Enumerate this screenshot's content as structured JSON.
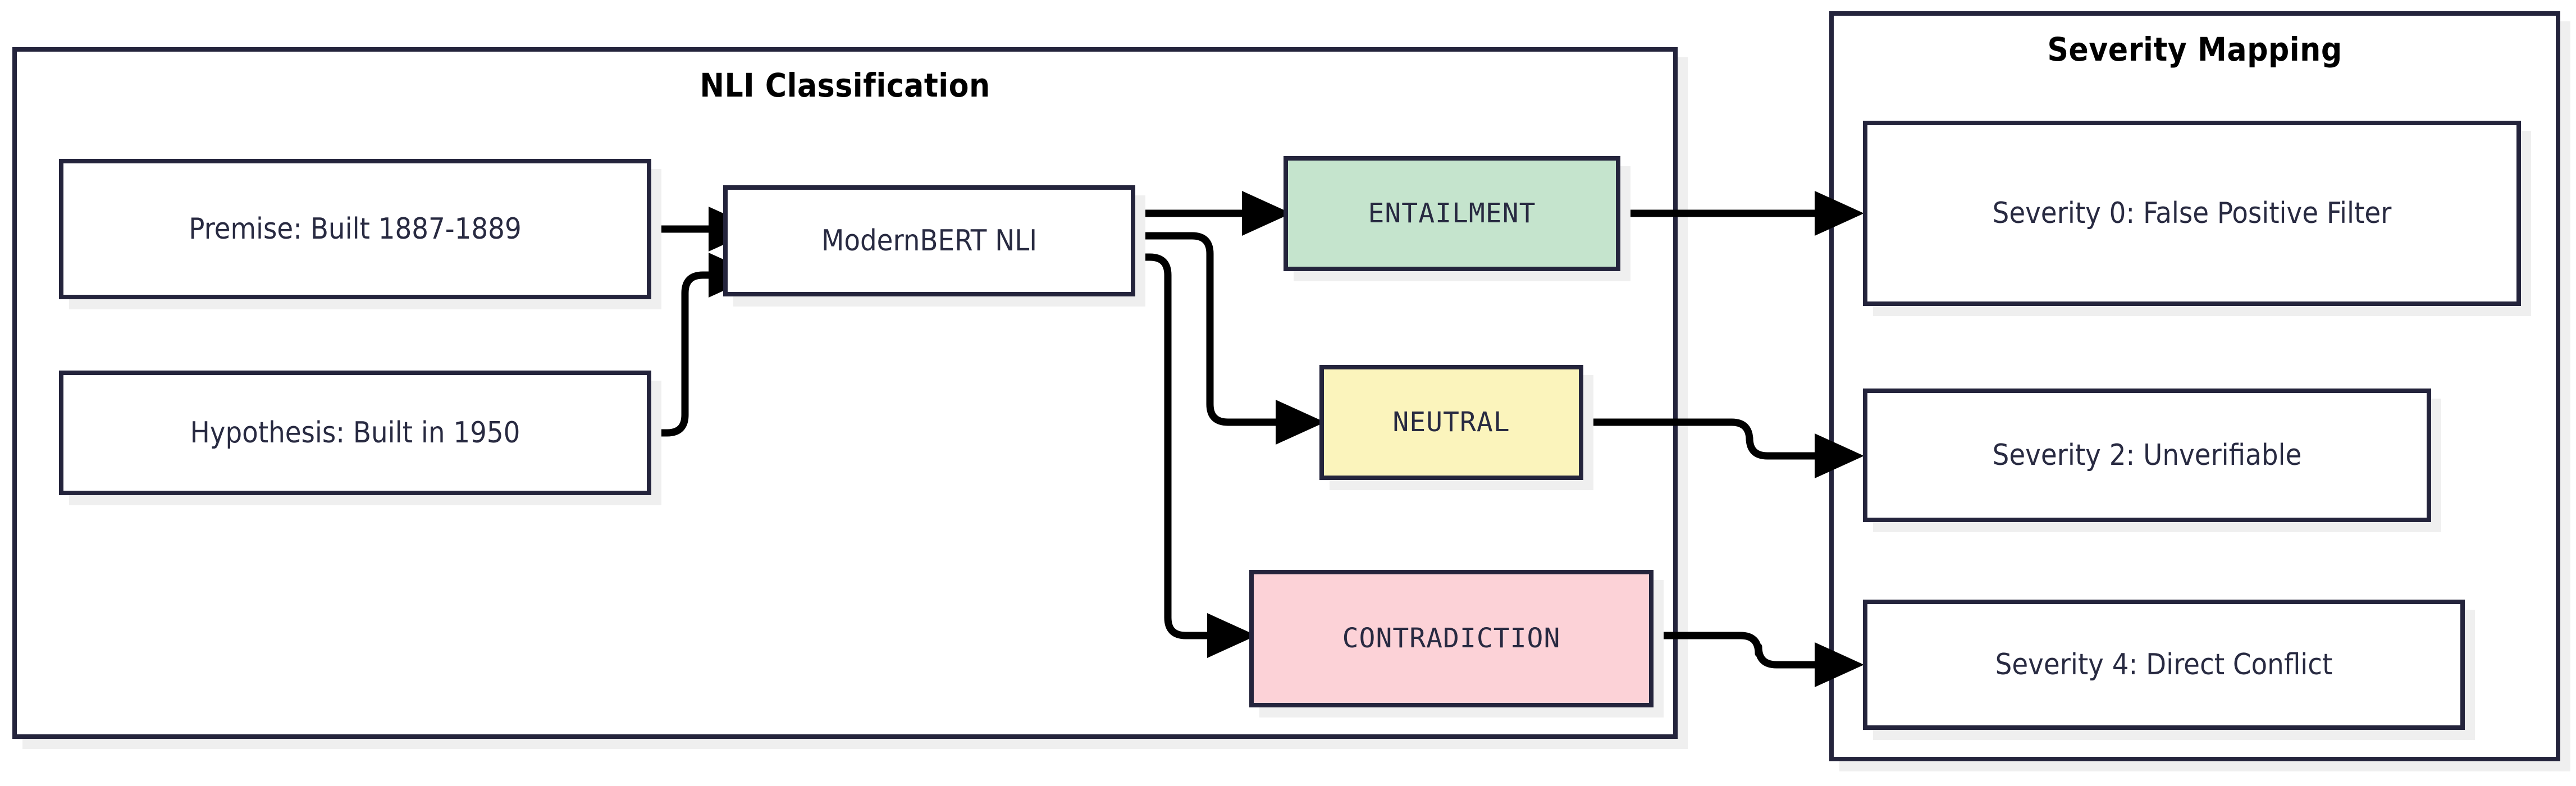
{
  "diagram": {
    "type": "flowchart",
    "direction": "left-to-right",
    "theme": {
      "border_color": "#24243c",
      "text_color": "#282a41",
      "edge_color": "#000000",
      "background": "#ffffff",
      "shadow_color": "#efefef",
      "entailment_fill": "#c5e4cd",
      "neutral_fill": "#fbf4bc",
      "contradiction_fill": "#fcd2d7"
    },
    "subgraphs": [
      {
        "id": "nli",
        "title": "NLI Classification"
      },
      {
        "id": "severity",
        "title": "Severity Mapping"
      }
    ],
    "nodes": [
      {
        "id": "premise",
        "label": "Premise: Built 1887-1889",
        "style": "plain",
        "subgraph": "nli"
      },
      {
        "id": "hypothesis",
        "label": "Hypothesis: Built in 1950",
        "style": "plain",
        "subgraph": "nli"
      },
      {
        "id": "bert",
        "label": "ModernBERT NLI",
        "style": "plain",
        "subgraph": "nli"
      },
      {
        "id": "entailment",
        "label": "ENTAILMENT",
        "style": "green",
        "subgraph": "nli"
      },
      {
        "id": "neutral",
        "label": "NEUTRAL",
        "style": "yellow",
        "subgraph": "nli"
      },
      {
        "id": "contradiction",
        "label": "CONTRADICTION",
        "style": "pink",
        "subgraph": "nli"
      },
      {
        "id": "sev0",
        "label": "Severity 0: False Positive Filter",
        "style": "plain",
        "subgraph": "severity"
      },
      {
        "id": "sev2",
        "label": "Severity 2: Unverifiable",
        "style": "plain",
        "subgraph": "severity"
      },
      {
        "id": "sev4",
        "label": "Severity 4: Direct Conflict",
        "style": "plain",
        "subgraph": "severity"
      }
    ],
    "edges": [
      {
        "from": "premise",
        "to": "bert",
        "label": ""
      },
      {
        "from": "hypothesis",
        "to": "bert",
        "label": ""
      },
      {
        "from": "bert",
        "to": "entailment",
        "label": ""
      },
      {
        "from": "bert",
        "to": "neutral",
        "label": ""
      },
      {
        "from": "bert",
        "to": "contradiction",
        "label": ""
      },
      {
        "from": "entailment",
        "to": "sev0",
        "label": ""
      },
      {
        "from": "neutral",
        "to": "sev2",
        "label": ""
      },
      {
        "from": "contradiction",
        "to": "sev4",
        "label": ""
      }
    ]
  }
}
